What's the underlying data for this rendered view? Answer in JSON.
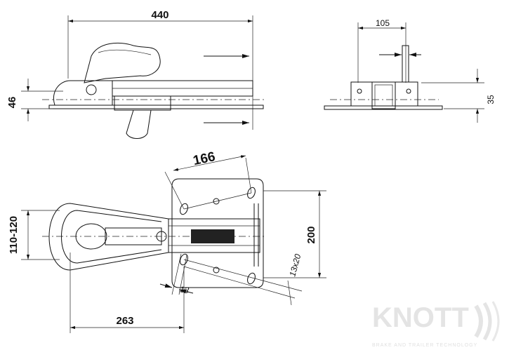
{
  "drawing": {
    "dimensions": {
      "overall_length": "440",
      "flange_width": "105",
      "side_height": "46",
      "end_height": "35",
      "hole_spacing_diag": "166",
      "drawbar_range": "110-120",
      "plate_height": "200",
      "slot_size": "13x20",
      "hole_diameter": "13",
      "coupling_length": "263"
    }
  },
  "logo": {
    "name": "KNOTT",
    "tagline": "BRAKE AND TRAILER TECHNOLOGY"
  }
}
